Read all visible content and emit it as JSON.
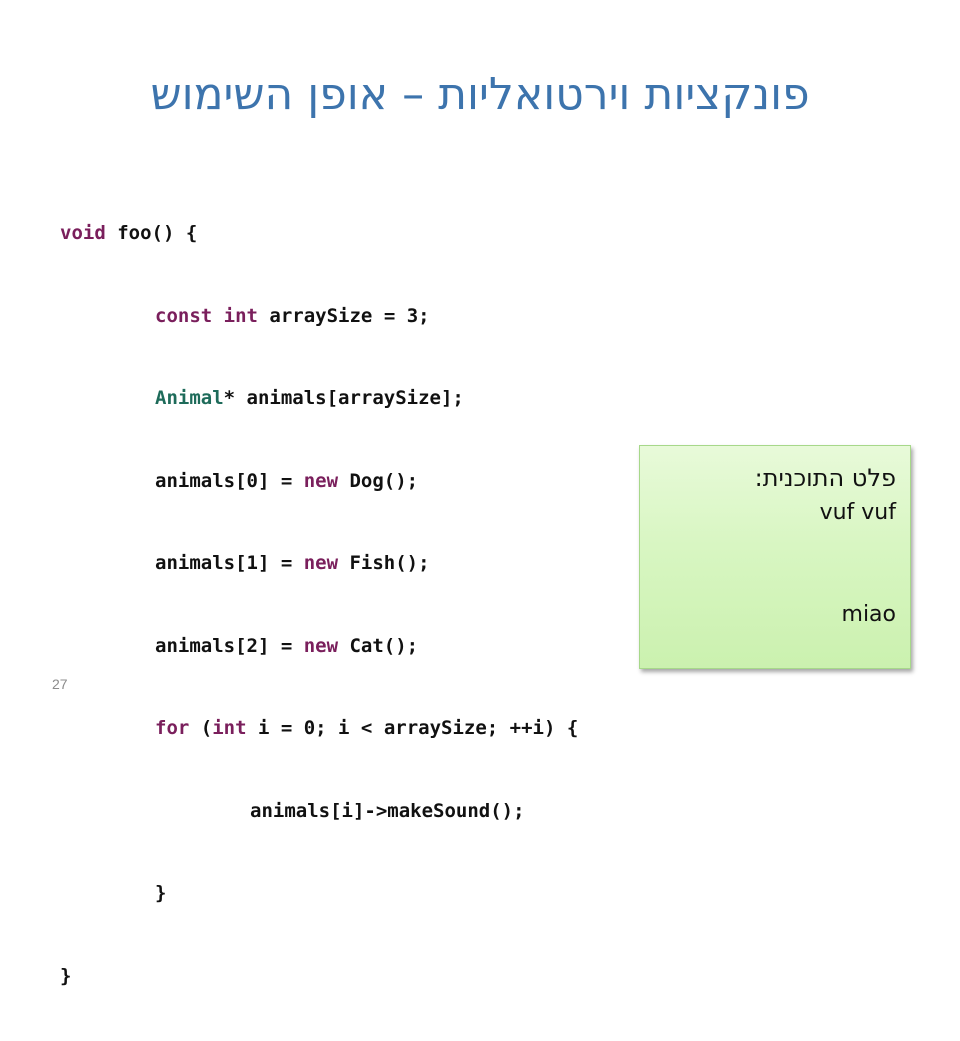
{
  "slide": {
    "title": "פונקציות וירטואליות – אופן השימוש",
    "page_number": "27",
    "colors": {
      "title": "#3D74AD",
      "keyword": "#7A1F5C",
      "type": "#1E6B5A",
      "box_fill": "#D8F6C2"
    }
  },
  "code": {
    "l0": {
      "kw": "void",
      "rest": " foo() {"
    },
    "l1": {
      "kw": "const",
      "mid": " ",
      "kw2": "int",
      "rest": " arraySize = 3;"
    },
    "l2": {
      "ty": "Animal",
      "rest": "* animals[arraySize];"
    },
    "l3": {
      "pre": "animals[0] = ",
      "kw": "new",
      "rest": " Dog();"
    },
    "l4": {
      "pre": "animals[1] = ",
      "kw": "new",
      "rest": " Fish();"
    },
    "l5": {
      "pre": "animals[2] = ",
      "kw": "new",
      "rest": " Cat();"
    },
    "l6": {
      "kw": "for",
      "mid": " (",
      "kw2": "int",
      "rest": " i = 0; i < arraySize; ++i) {"
    },
    "l7": {
      "text": "animals[i]->makeSound();"
    },
    "l8": {
      "text": "}"
    },
    "l9": {
      "text": "}"
    }
  },
  "output": {
    "title": "פלט התוכנית:",
    "lines": [
      "vuf vuf",
      "",
      "miao"
    ]
  }
}
